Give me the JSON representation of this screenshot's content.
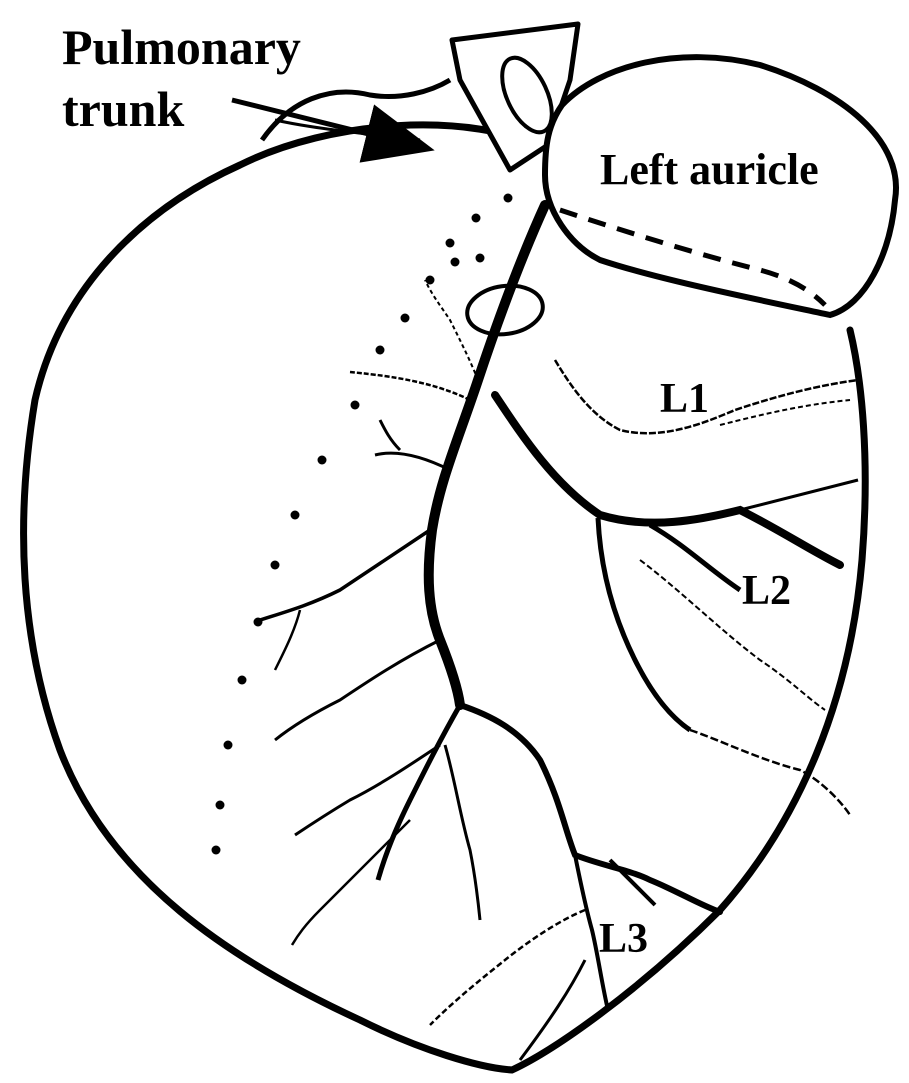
{
  "labels": {
    "pulmonary": "Pulmonary",
    "trunk": "trunk",
    "left_auricle": "Left auricle",
    "l1": "L1",
    "l2": "L2",
    "l3": "L3"
  },
  "colors": {
    "ink": "#000000",
    "background": "#ffffff"
  }
}
